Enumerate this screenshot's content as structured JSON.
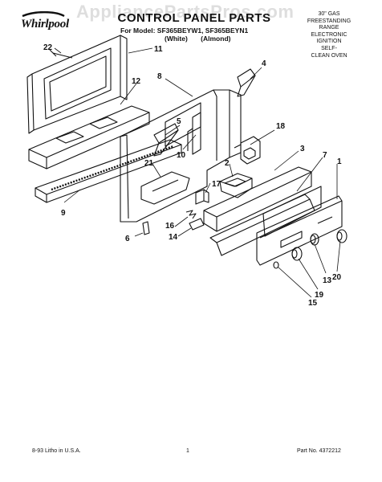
{
  "watermark": "AppliancePartsPros.com",
  "brand": "Whirlpool",
  "title": "CONTROL PANEL PARTS",
  "model_line": "For Model: SF365BEYW1, SF365BEYN1",
  "colors": [
    "(White)",
    "(Almond)"
  ],
  "description": [
    "30\" GAS",
    "FREESTANDING",
    "RANGE",
    "ELECTRONIC",
    "IGNITION",
    "SELF-",
    "CLEAN OVEN"
  ],
  "callouts": [
    "22",
    "11",
    "12",
    "8",
    "4",
    "5",
    "18",
    "10",
    "3",
    "7",
    "1",
    "21",
    "2",
    "17",
    "9",
    "16",
    "14",
    "6",
    "13",
    "20",
    "19",
    "15"
  ],
  "footer": {
    "left": "8-93  Litho in U.S.A.",
    "center": "1",
    "right": "Part No. 4372212"
  }
}
